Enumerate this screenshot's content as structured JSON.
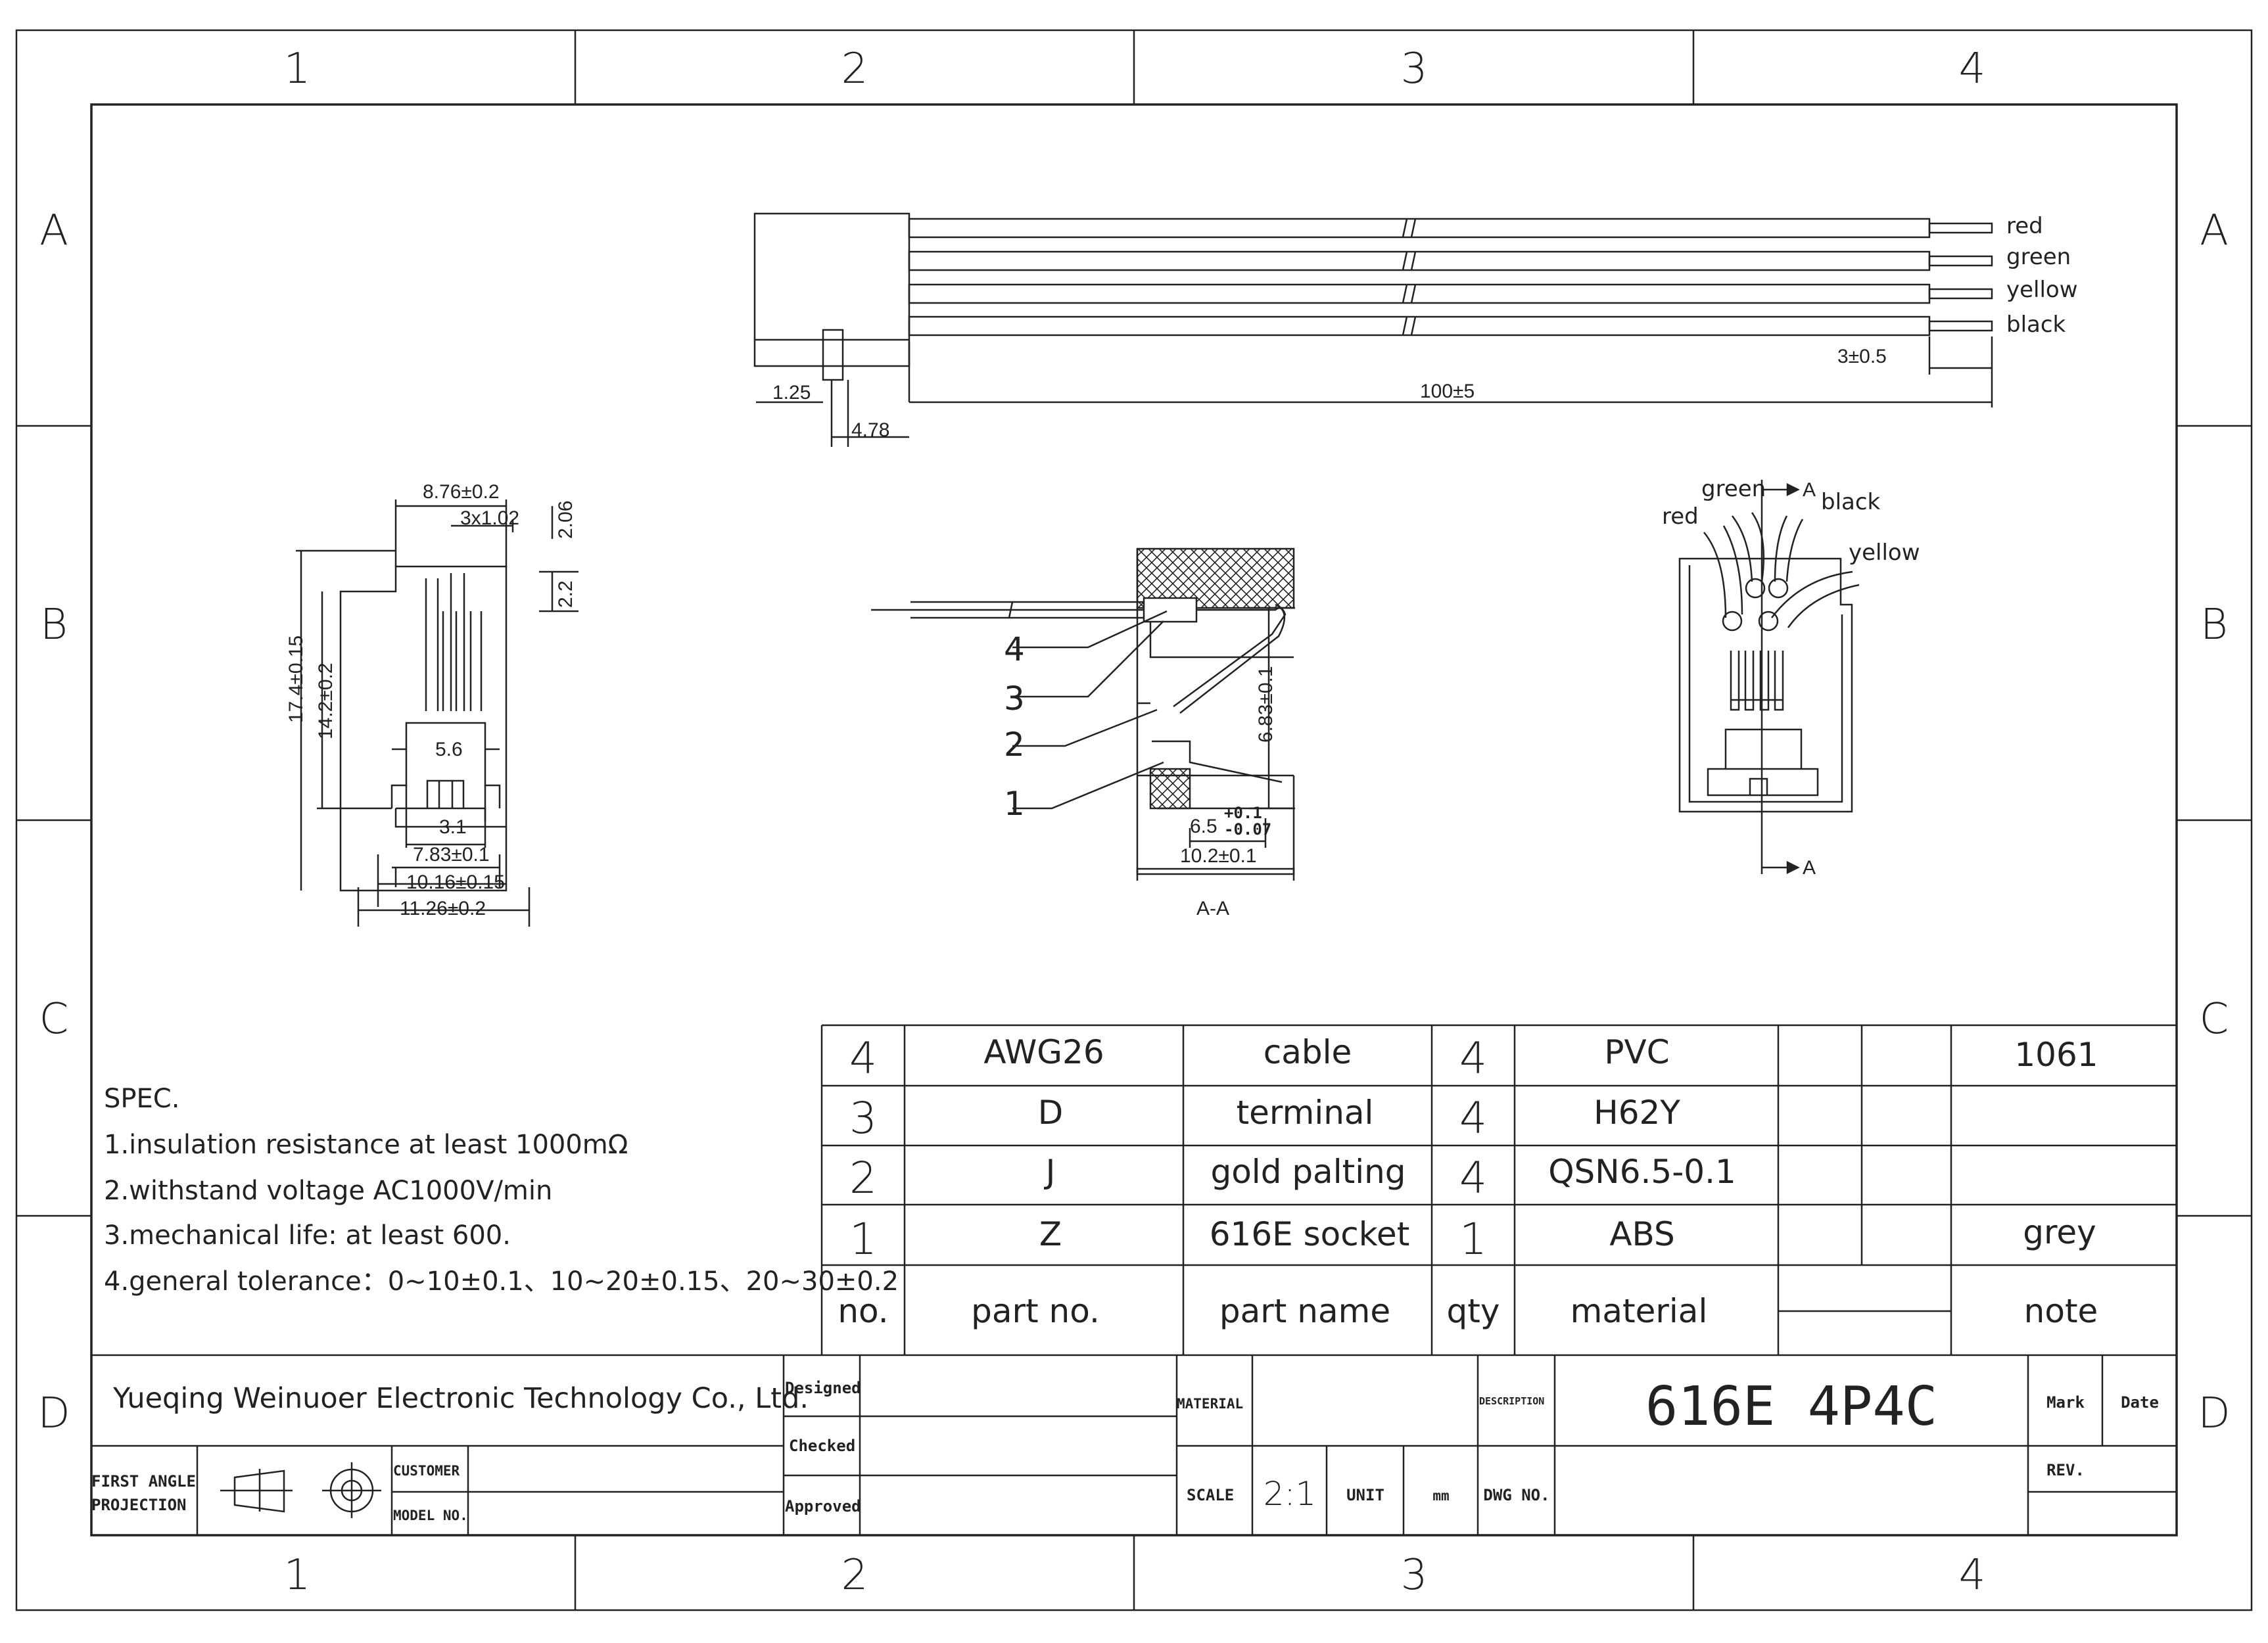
{
  "zones": {
    "columns": [
      "1",
      "2",
      "3",
      "4"
    ],
    "rows": [
      "A",
      "B",
      "C",
      "D"
    ]
  },
  "top_view": {
    "wire_labels": [
      "red",
      "green",
      "yellow",
      "black"
    ],
    "dims": {
      "strip": "3±0.5",
      "length": "100±5",
      "pitch": "1.25",
      "offset": "4.78"
    }
  },
  "front_view": {
    "dims": {
      "width_top": "8.76±0.2",
      "pin_pitch": "3x1.02",
      "d_206": "2.06",
      "d_22": "2.2",
      "height_total": "17.4±0.15",
      "height_body": "14.2±0.2",
      "d_56": "5.6",
      "d_31": "3.1",
      "d_783": "7.83±0.1",
      "d_1016": "10.16±0.15",
      "d_1126": "11.26±0.2"
    }
  },
  "section": {
    "callouts": [
      "4",
      "3",
      "2",
      "1"
    ],
    "dims": {
      "height": "6.83±0.1",
      "inner_base": "6.5",
      "inner_tol_up": "+0.1",
      "inner_tol_low": "-0.07",
      "width": "10.2±0.1"
    },
    "label": "A-A"
  },
  "side_view": {
    "wire_labels": {
      "red": "red",
      "green": "green",
      "black": "black",
      "yellow": "yellow"
    },
    "section_mark": "A"
  },
  "spec": {
    "title": "SPEC.",
    "lines": [
      "1.insulation resistance at least 1000mΩ",
      "2.withstand voltage AC1000V/min",
      "3.mechanical life: at least 600.",
      "4.general tolerance：0~10±0.1、10~20±0.15、20~30±0.2"
    ]
  },
  "bom": {
    "rows": [
      {
        "no": "4",
        "part_no": "AWG26",
        "part_name": "cable",
        "qty": "4",
        "material": "PVC",
        "note": "1061"
      },
      {
        "no": "3",
        "part_no": "D",
        "part_name": "terminal",
        "qty": "4",
        "material": "H62Y",
        "note": ""
      },
      {
        "no": "2",
        "part_no": "J",
        "part_name": "gold palting",
        "qty": "4",
        "material": "QSN6.5-0.1",
        "note": ""
      },
      {
        "no": "1",
        "part_no": "Z",
        "part_name": "616E socket",
        "qty": "1",
        "material": "ABS",
        "note": "grey"
      }
    ],
    "header": {
      "no": "no.",
      "part_no": "part no.",
      "part_name": "part name",
      "qty": "qty",
      "material": "material",
      "note": "note"
    }
  },
  "title_block": {
    "company": "Yueqing Weinuoer Electronic Technology Co., Ltd.",
    "designed": "Designed",
    "checked": "Checked",
    "approved": "Approved",
    "first_angle_1": "FIRST ANGLE",
    "first_angle_2": "PROJECTION",
    "customer": "CUSTOMER",
    "model_no": "MODEL NO.",
    "material": "MATERIAL",
    "description": "DESCRIPTION",
    "title": "616E 4P4C",
    "mark": "Mark",
    "date": "Date",
    "rev": "REV.",
    "scale_label": "SCALE",
    "scale": "2:1",
    "unit_label": "UNIT",
    "unit": "mm",
    "dwg_no": "DWG NO."
  }
}
